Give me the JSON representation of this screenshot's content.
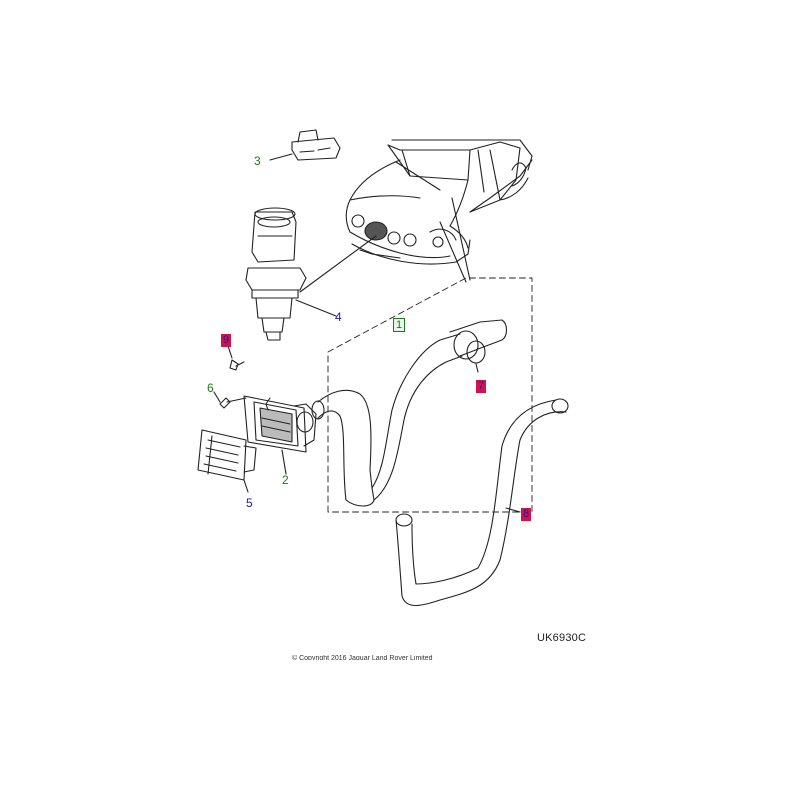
{
  "callouts": {
    "c1": "1",
    "c2": "2",
    "c3": "3",
    "c4": "4",
    "c5": "5",
    "c6": "6",
    "c7": "7",
    "c8": "8",
    "c9": "9"
  },
  "reference": "UK6930C",
  "copyright": "© Copyright 2016 Jaguar Land Rover Limited",
  "colors": {
    "line": "#222222",
    "callout_green": "#1a7a1a",
    "callout_blue": "#1a1aa8",
    "callout_box": "#d4124a"
  }
}
